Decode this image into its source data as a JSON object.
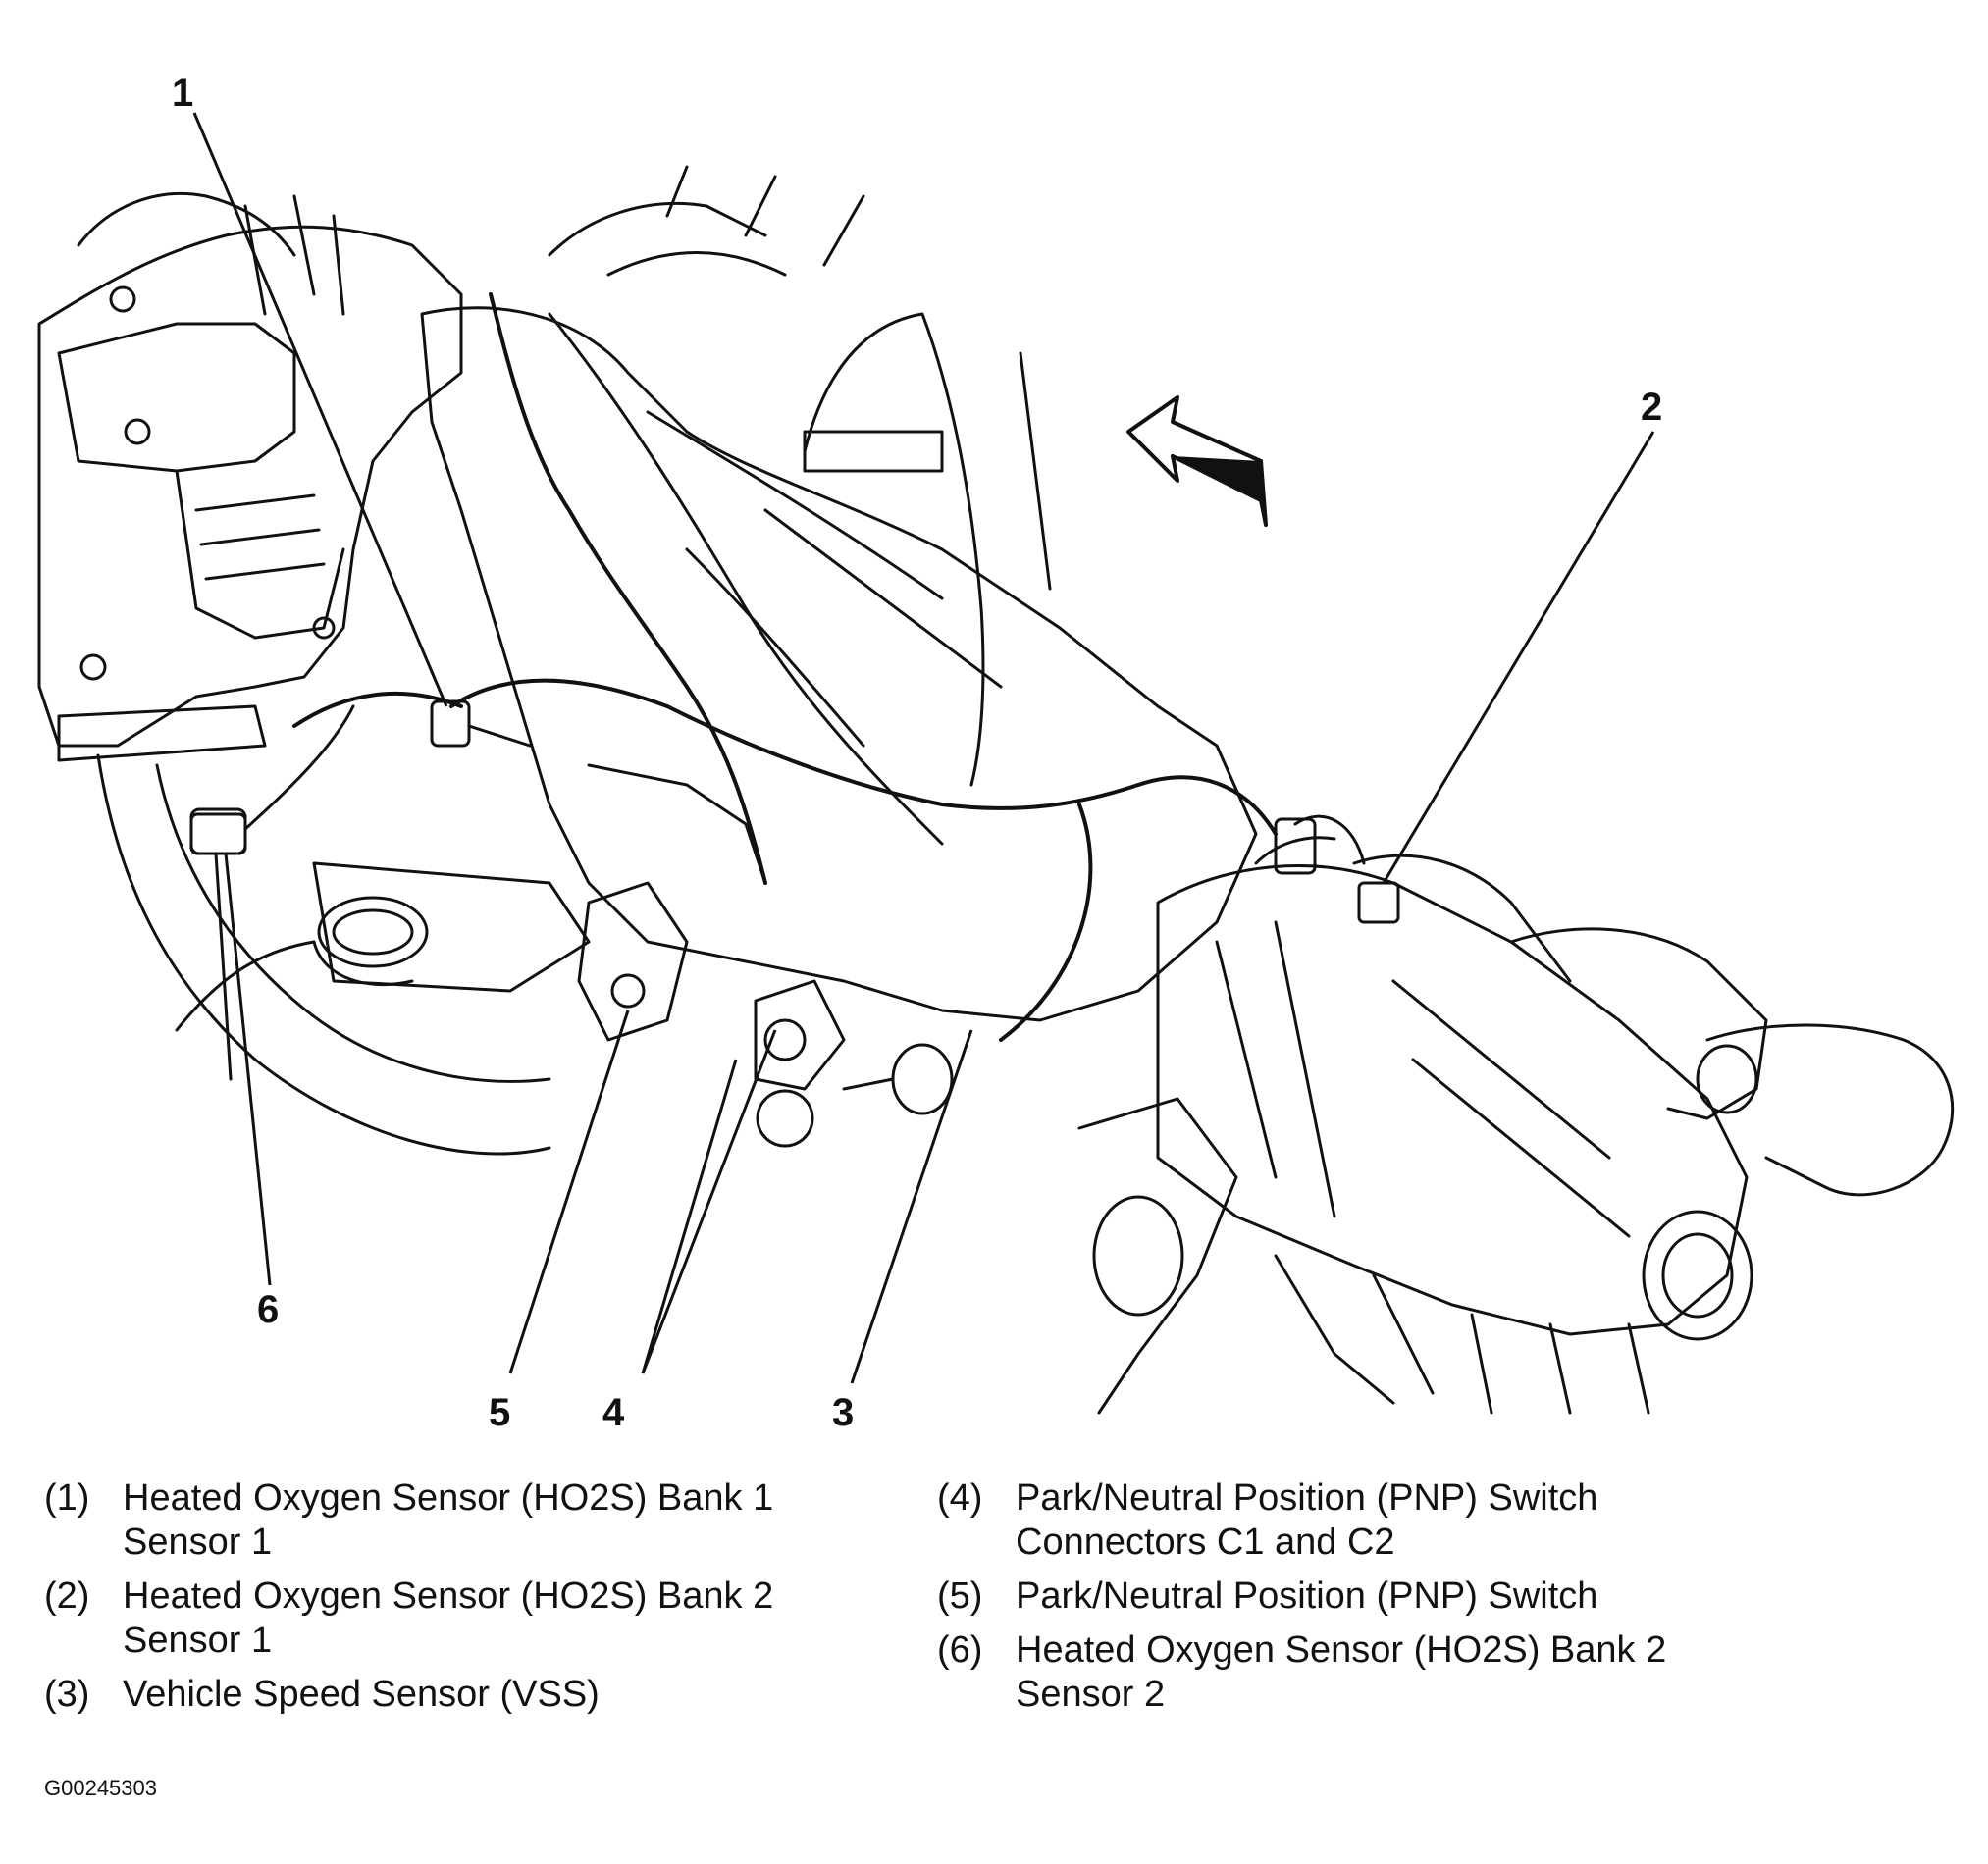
{
  "callouts": {
    "c1": "1",
    "c2": "2",
    "c3": "3",
    "c4": "4",
    "c5": "5",
    "c6": "6"
  },
  "legend": {
    "left": [
      {
        "num": "(1)",
        "text_line1": "Heated Oxygen Sensor (HO2S) Bank 1",
        "text_line2": "Sensor 1"
      },
      {
        "num": "(2)",
        "text_line1": "Heated Oxygen Sensor (HO2S) Bank 2",
        "text_line2": "Sensor 1"
      },
      {
        "num": "(3)",
        "text_line1": "Vehicle Speed Sensor (VSS)",
        "text_line2": ""
      }
    ],
    "right": [
      {
        "num": "(4)",
        "text_line1": "Park/Neutral Position (PNP) Switch",
        "text_line2": "Connectors C1 and C2"
      },
      {
        "num": "(5)",
        "text_line1": "Park/Neutral Position (PNP) Switch",
        "text_line2": ""
      },
      {
        "num": "(6)",
        "text_line1": "Heated Oxygen Sensor (HO2S) Bank 2",
        "text_line2": "Sensor 2"
      }
    ]
  },
  "figure_id": "G00245303"
}
